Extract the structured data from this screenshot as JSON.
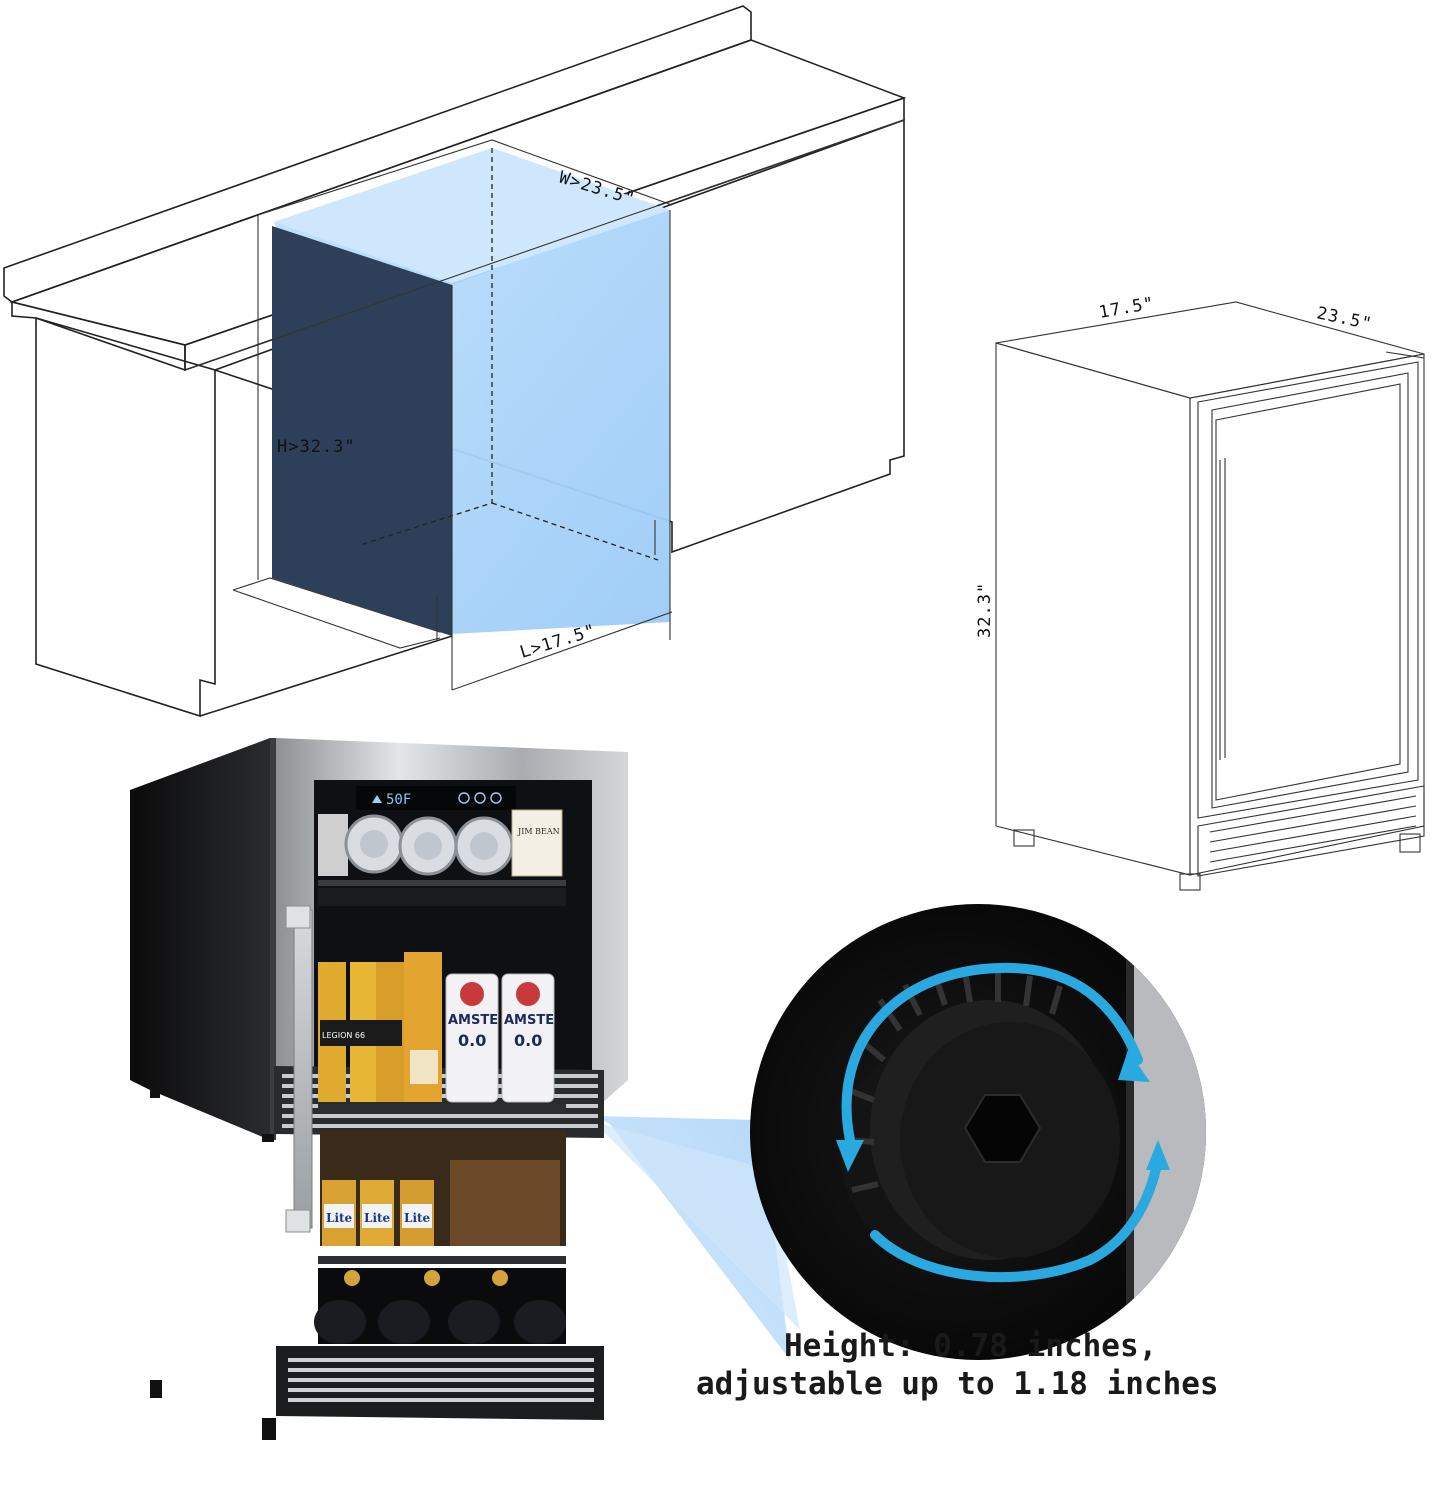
{
  "cabinet_diagram": {
    "width_label": "W>23.5\"",
    "height_label": "H>32.3\"",
    "length_label": "L>17.5\""
  },
  "fridge_outline": {
    "width_label": "17.5\"",
    "depth_label": "23.5\"",
    "height_label": "32.3\""
  },
  "product_photo": {
    "display_readout": "50F",
    "can_labels": [
      "AMSTE",
      "AMSTE"
    ],
    "can_values": [
      "0.0",
      "0.0"
    ],
    "bottle_brand": "Lite",
    "energy_can_brand": "LEGION 66",
    "whiskey_label": "JIM BEAN"
  },
  "leg_detail": {
    "caption_line1": "Height: 0.78 inches,",
    "caption_line2": "adjustable up to 1.18 inches"
  },
  "colors": {
    "light_blue": "#a9d3fb",
    "dark_blue": "#2e4059",
    "arrow_cyan": "#2aa8e0",
    "steel": "#b9bcbf"
  }
}
